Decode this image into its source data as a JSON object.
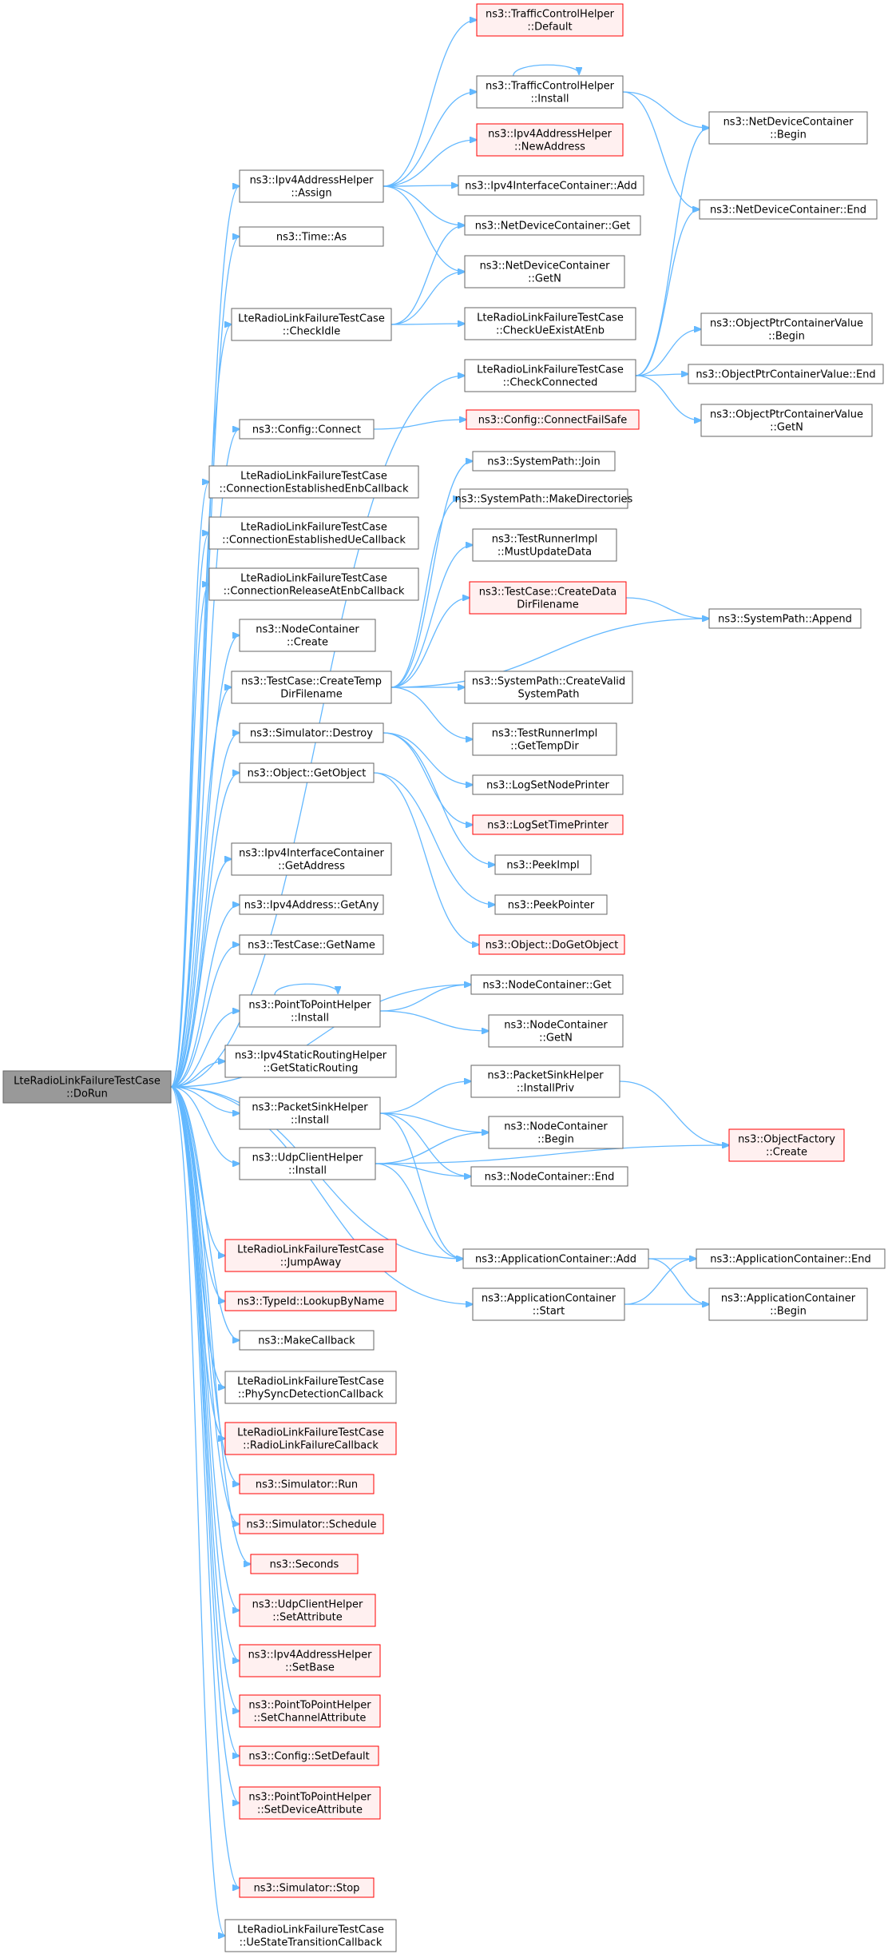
{
  "colors": {
    "edge": "#63b8ff",
    "normal_fill": "#ffffff",
    "normal_border": "#666666",
    "red_fill": "#fff0f0",
    "red_border": "#ff0000",
    "root_fill": "#999999",
    "root_border": "#666666"
  },
  "root": "LteRadioLinkFailureTestCase::DoRun",
  "nodes": [
    {
      "id": "root",
      "lines": [
        "LteRadioLinkFailureTestCase",
        "::DoRun"
      ],
      "style": "root"
    },
    {
      "id": "ipv4ah_assign",
      "lines": [
        "ns3::Ipv4AddressHelper",
        "::Assign"
      ],
      "style": "normal"
    },
    {
      "id": "time_as",
      "lines": [
        "ns3::Time::As"
      ],
      "style": "normal"
    },
    {
      "id": "checkidle",
      "lines": [
        "LteRadioLinkFailureTestCase",
        "::CheckIdle"
      ],
      "style": "normal"
    },
    {
      "id": "config_connect",
      "lines": [
        "ns3::Config::Connect"
      ],
      "style": "normal"
    },
    {
      "id": "conn_est_enb",
      "lines": [
        "LteRadioLinkFailureTestCase",
        "::ConnectionEstablishedEnbCallback"
      ],
      "style": "normal"
    },
    {
      "id": "conn_est_ue",
      "lines": [
        "LteRadioLinkFailureTestCase",
        "::ConnectionEstablishedUeCallback"
      ],
      "style": "normal"
    },
    {
      "id": "conn_rel_enb",
      "lines": [
        "LteRadioLinkFailureTestCase",
        "::ConnectionReleaseAtEnbCallback"
      ],
      "style": "normal"
    },
    {
      "id": "nc_create",
      "lines": [
        "ns3::NodeContainer",
        "::Create"
      ],
      "style": "normal"
    },
    {
      "id": "tc_createtemp",
      "lines": [
        "ns3::TestCase::CreateTemp",
        "DirFilename"
      ],
      "style": "normal"
    },
    {
      "id": "sim_destroy",
      "lines": [
        "ns3::Simulator::Destroy"
      ],
      "style": "normal"
    },
    {
      "id": "obj_getobject",
      "lines": [
        "ns3::Object::GetObject"
      ],
      "style": "normal"
    },
    {
      "id": "ipv4ic_getaddr",
      "lines": [
        "ns3::Ipv4InterfaceContainer",
        "::GetAddress"
      ],
      "style": "normal"
    },
    {
      "id": "ipv4addr_getany",
      "lines": [
        "ns3::Ipv4Address::GetAny"
      ],
      "style": "normal"
    },
    {
      "id": "tc_getname",
      "lines": [
        "ns3::TestCase::GetName"
      ],
      "style": "normal"
    },
    {
      "id": "p2p_install",
      "lines": [
        "ns3::PointToPointHelper",
        "::Install"
      ],
      "style": "normal"
    },
    {
      "id": "ipv4srh_get",
      "lines": [
        "ns3::Ipv4StaticRoutingHelper",
        "::GetStaticRouting"
      ],
      "style": "normal"
    },
    {
      "id": "psh_install",
      "lines": [
        "ns3::PacketSinkHelper",
        "::Install"
      ],
      "style": "normal"
    },
    {
      "id": "uch_install",
      "lines": [
        "ns3::UdpClientHelper",
        "::Install"
      ],
      "style": "normal"
    },
    {
      "id": "jumpaway",
      "lines": [
        "LteRadioLinkFailureTestCase",
        "::JumpAway"
      ],
      "style": "red"
    },
    {
      "id": "typeid_lookup",
      "lines": [
        "ns3::TypeId::LookupByName"
      ],
      "style": "red"
    },
    {
      "id": "makecallback",
      "lines": [
        "ns3::MakeCallback"
      ],
      "style": "normal"
    },
    {
      "id": "physync",
      "lines": [
        "LteRadioLinkFailureTestCase",
        "::PhySyncDetectionCallback"
      ],
      "style": "normal"
    },
    {
      "id": "rlfcallback",
      "lines": [
        "LteRadioLinkFailureTestCase",
        "::RadioLinkFailureCallback"
      ],
      "style": "red"
    },
    {
      "id": "sim_run",
      "lines": [
        "ns3::Simulator::Run"
      ],
      "style": "red"
    },
    {
      "id": "sim_schedule",
      "lines": [
        "ns3::Simulator::Schedule"
      ],
      "style": "red"
    },
    {
      "id": "seconds",
      "lines": [
        "ns3::Seconds"
      ],
      "style": "red"
    },
    {
      "id": "uch_setattr",
      "lines": [
        "ns3::UdpClientHelper",
        "::SetAttribute"
      ],
      "style": "red"
    },
    {
      "id": "ipv4ah_setbase",
      "lines": [
        "ns3::Ipv4AddressHelper",
        "::SetBase"
      ],
      "style": "red"
    },
    {
      "id": "p2p_setchan",
      "lines": [
        "ns3::PointToPointHelper",
        "::SetChannelAttribute"
      ],
      "style": "red"
    },
    {
      "id": "config_setdefault",
      "lines": [
        "ns3::Config::SetDefault"
      ],
      "style": "red"
    },
    {
      "id": "p2p_setdev",
      "lines": [
        "ns3::PointToPointHelper",
        "::SetDeviceAttribute"
      ],
      "style": "red"
    },
    {
      "id": "sim_stop",
      "lines": [
        "ns3::Simulator::Stop"
      ],
      "style": "red"
    },
    {
      "id": "uestate",
      "lines": [
        "LteRadioLinkFailureTestCase",
        "::UeStateTransitionCallback"
      ],
      "style": "normal"
    },
    {
      "id": "tch_default",
      "lines": [
        "ns3::TrafficControlHelper",
        "::Default"
      ],
      "style": "red"
    },
    {
      "id": "tch_install",
      "lines": [
        "ns3::TrafficControlHelper",
        "::Install"
      ],
      "style": "normal"
    },
    {
      "id": "ipv4ah_newaddr",
      "lines": [
        "ns3::Ipv4AddressHelper",
        "::NewAddress"
      ],
      "style": "red"
    },
    {
      "id": "ipv4ic_add",
      "lines": [
        "ns3::Ipv4InterfaceContainer::Add"
      ],
      "style": "normal"
    },
    {
      "id": "ndc_get",
      "lines": [
        "ns3::NetDeviceContainer::Get"
      ],
      "style": "normal"
    },
    {
      "id": "ndc_getn",
      "lines": [
        "ns3::NetDeviceContainer",
        "::GetN"
      ],
      "style": "normal"
    },
    {
      "id": "checkueexist",
      "lines": [
        "LteRadioLinkFailureTestCase",
        "::CheckUeExistAtEnb"
      ],
      "style": "normal"
    },
    {
      "id": "checkconnected",
      "lines": [
        "LteRadioLinkFailureTestCase",
        "::CheckConnected"
      ],
      "style": "normal"
    },
    {
      "id": "config_connectfs",
      "lines": [
        "ns3::Config::ConnectFailSafe"
      ],
      "style": "red"
    },
    {
      "id": "sp_join",
      "lines": [
        "ns3::SystemPath::Join"
      ],
      "style": "normal"
    },
    {
      "id": "sp_makedirs",
      "lines": [
        "ns3::SystemPath::MakeDirectories"
      ],
      "style": "normal"
    },
    {
      "id": "tri_mustupdate",
      "lines": [
        "ns3::TestRunnerImpl",
        "::MustUpdateData"
      ],
      "style": "normal"
    },
    {
      "id": "tc_createdata",
      "lines": [
        "ns3::TestCase::CreateData",
        "DirFilename"
      ],
      "style": "red"
    },
    {
      "id": "sp_createvalid",
      "lines": [
        "ns3::SystemPath::CreateValid",
        "SystemPath"
      ],
      "style": "normal"
    },
    {
      "id": "tri_gettempdir",
      "lines": [
        "ns3::TestRunnerImpl",
        "::GetTempDir"
      ],
      "style": "normal"
    },
    {
      "id": "logsetnodeprinter",
      "lines": [
        "ns3::LogSetNodePrinter"
      ],
      "style": "normal"
    },
    {
      "id": "logsettimeprinter",
      "lines": [
        "ns3::LogSetTimePrinter"
      ],
      "style": "red"
    },
    {
      "id": "peekimpl",
      "lines": [
        "ns3::PeekImpl"
      ],
      "style": "normal"
    },
    {
      "id": "peekpointer",
      "lines": [
        "ns3::PeekPointer"
      ],
      "style": "normal"
    },
    {
      "id": "obj_dogetobject",
      "lines": [
        "ns3::Object::DoGetObject"
      ],
      "style": "red"
    },
    {
      "id": "nc_get",
      "lines": [
        "ns3::NodeContainer::Get"
      ],
      "style": "normal"
    },
    {
      "id": "nc_getn",
      "lines": [
        "ns3::NodeContainer",
        "::GetN"
      ],
      "style": "normal"
    },
    {
      "id": "psh_installpriv",
      "lines": [
        "ns3::PacketSinkHelper",
        "::InstallPriv"
      ],
      "style": "normal"
    },
    {
      "id": "nc_begin",
      "lines": [
        "ns3::NodeContainer",
        "::Begin"
      ],
      "style": "normal"
    },
    {
      "id": "nc_end",
      "lines": [
        "ns3::NodeContainer::End"
      ],
      "style": "normal"
    },
    {
      "id": "ac_add",
      "lines": [
        "ns3::ApplicationContainer::Add"
      ],
      "style": "normal"
    },
    {
      "id": "ac_start",
      "lines": [
        "ns3::ApplicationContainer",
        "::Start"
      ],
      "style": "normal"
    },
    {
      "id": "ndc_begin",
      "lines": [
        "ns3::NetDeviceContainer",
        "::Begin"
      ],
      "style": "normal"
    },
    {
      "id": "ndc_end",
      "lines": [
        "ns3::NetDeviceContainer::End"
      ],
      "style": "normal"
    },
    {
      "id": "opcv_begin",
      "lines": [
        "ns3::ObjectPtrContainerValue",
        "::Begin"
      ],
      "style": "normal"
    },
    {
      "id": "opcv_end",
      "lines": [
        "ns3::ObjectPtrContainerValue::End"
      ],
      "style": "normal"
    },
    {
      "id": "opcv_getn",
      "lines": [
        "ns3::ObjectPtrContainerValue",
        "::GetN"
      ],
      "style": "normal"
    },
    {
      "id": "sp_append",
      "lines": [
        "ns3::SystemPath::Append"
      ],
      "style": "normal"
    },
    {
      "id": "of_create",
      "lines": [
        "ns3::ObjectFactory",
        "::Create"
      ],
      "style": "red"
    },
    {
      "id": "ac_end",
      "lines": [
        "ns3::ApplicationContainer::End"
      ],
      "style": "normal"
    },
    {
      "id": "ac_begin",
      "lines": [
        "ns3::ApplicationContainer",
        "::Begin"
      ],
      "style": "normal"
    }
  ],
  "edges": [
    [
      "root",
      "ipv4ah_assign"
    ],
    [
      "root",
      "time_as"
    ],
    [
      "root",
      "checkidle"
    ],
    [
      "root",
      "checkconnected"
    ],
    [
      "root",
      "config_connect"
    ],
    [
      "root",
      "conn_est_enb"
    ],
    [
      "root",
      "conn_est_ue"
    ],
    [
      "root",
      "conn_rel_enb"
    ],
    [
      "root",
      "nc_create"
    ],
    [
      "root",
      "tc_createtemp"
    ],
    [
      "root",
      "sim_destroy"
    ],
    [
      "root",
      "obj_getobject"
    ],
    [
      "root",
      "nc_get"
    ],
    [
      "root",
      "ipv4ic_getaddr"
    ],
    [
      "root",
      "ipv4addr_getany"
    ],
    [
      "root",
      "tc_getname"
    ],
    [
      "root",
      "p2p_install"
    ],
    [
      "root",
      "ipv4srh_get"
    ],
    [
      "root",
      "psh_install"
    ],
    [
      "root",
      "uch_install"
    ],
    [
      "root",
      "ac_add"
    ],
    [
      "root",
      "jumpaway"
    ],
    [
      "root",
      "typeid_lookup"
    ],
    [
      "root",
      "makecallback"
    ],
    [
      "root",
      "physync"
    ],
    [
      "root",
      "rlfcallback"
    ],
    [
      "root",
      "sim_run"
    ],
    [
      "root",
      "sim_schedule"
    ],
    [
      "root",
      "seconds"
    ],
    [
      "root",
      "uch_setattr"
    ],
    [
      "root",
      "ipv4ah_setbase"
    ],
    [
      "root",
      "p2p_setchan"
    ],
    [
      "root",
      "config_setdefault"
    ],
    [
      "root",
      "p2p_setdev"
    ],
    [
      "root",
      "ac_start"
    ],
    [
      "root",
      "sim_stop"
    ],
    [
      "root",
      "uestate"
    ],
    [
      "ipv4ah_assign",
      "tch_default"
    ],
    [
      "ipv4ah_assign",
      "tch_install"
    ],
    [
      "ipv4ah_assign",
      "ipv4ah_newaddr"
    ],
    [
      "ipv4ah_assign",
      "ipv4ic_add"
    ],
    [
      "ipv4ah_assign",
      "ndc_get"
    ],
    [
      "ipv4ah_assign",
      "ndc_getn"
    ],
    [
      "tch_install",
      "tch_install"
    ],
    [
      "tch_install",
      "ndc_begin"
    ],
    [
      "tch_install",
      "ndc_end"
    ],
    [
      "checkidle",
      "ndc_get"
    ],
    [
      "checkidle",
      "ndc_getn"
    ],
    [
      "checkidle",
      "checkueexist"
    ],
    [
      "checkconnected",
      "ndc_begin"
    ],
    [
      "checkconnected",
      "ndc_end"
    ],
    [
      "checkconnected",
      "opcv_begin"
    ],
    [
      "checkconnected",
      "opcv_end"
    ],
    [
      "checkconnected",
      "opcv_getn"
    ],
    [
      "config_connect",
      "config_connectfs"
    ],
    [
      "tc_createtemp",
      "sp_join"
    ],
    [
      "tc_createtemp",
      "sp_makedirs"
    ],
    [
      "tc_createtemp",
      "tri_mustupdate"
    ],
    [
      "tc_createtemp",
      "tc_createdata"
    ],
    [
      "tc_createtemp",
      "sp_append"
    ],
    [
      "tc_createtemp",
      "sp_createvalid"
    ],
    [
      "tc_createtemp",
      "tri_gettempdir"
    ],
    [
      "tc_createdata",
      "sp_append"
    ],
    [
      "sim_destroy",
      "logsetnodeprinter"
    ],
    [
      "sim_destroy",
      "logsettimeprinter"
    ],
    [
      "sim_destroy",
      "peekimpl"
    ],
    [
      "obj_getobject",
      "peekpointer"
    ],
    [
      "obj_getobject",
      "obj_dogetobject"
    ],
    [
      "p2p_install",
      "p2p_install"
    ],
    [
      "p2p_install",
      "nc_get"
    ],
    [
      "p2p_install",
      "nc_getn"
    ],
    [
      "psh_install",
      "psh_installpriv"
    ],
    [
      "psh_install",
      "nc_begin"
    ],
    [
      "psh_install",
      "nc_end"
    ],
    [
      "psh_install",
      "ac_add"
    ],
    [
      "psh_installpriv",
      "of_create"
    ],
    [
      "uch_install",
      "nc_begin"
    ],
    [
      "uch_install",
      "nc_end"
    ],
    [
      "uch_install",
      "of_create"
    ],
    [
      "uch_install",
      "ac_add"
    ],
    [
      "ac_add",
      "ac_end"
    ],
    [
      "ac_add",
      "ac_begin"
    ],
    [
      "ac_start",
      "ac_end"
    ],
    [
      "ac_start",
      "ac_begin"
    ]
  ]
}
